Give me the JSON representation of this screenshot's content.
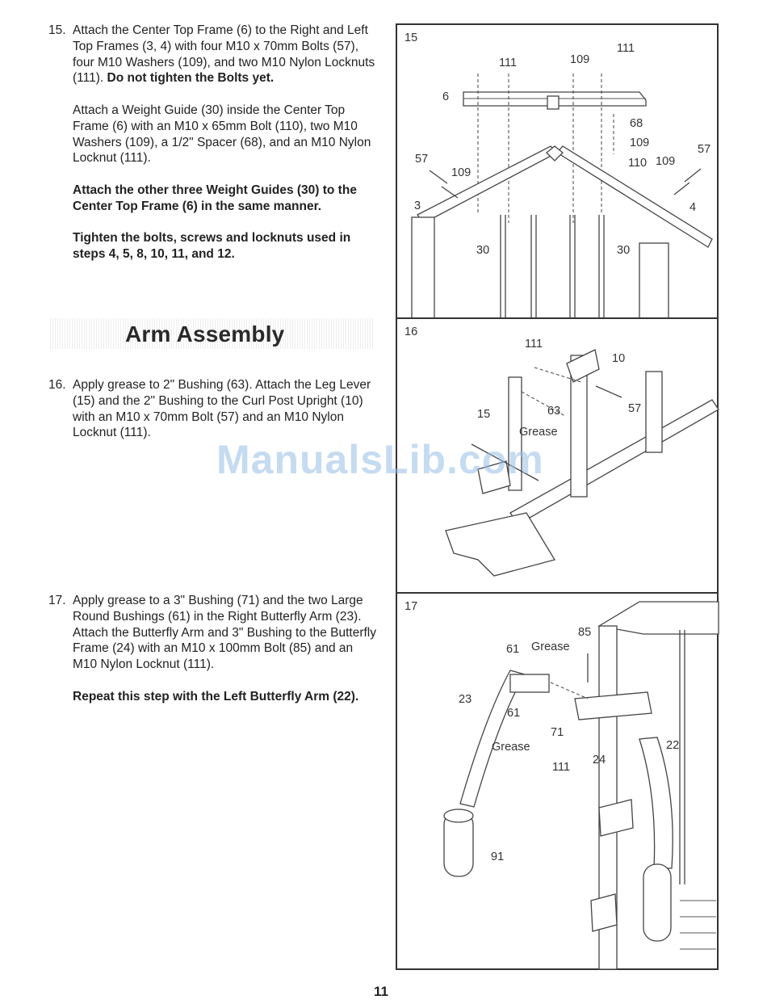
{
  "steps": {
    "s15": {
      "number": "15.",
      "p1_regular": "Attach the Center Top Frame (6) to the Right and Left Top Frames (3, 4) with four M10 x 70mm Bolts (57), four M10 Washers (109), and two M10 Nylon Locknuts (111).",
      "p1_bold": "Do not tighten the Bolts yet.",
      "p2": "Attach a Weight Guide (30) inside the Center Top Frame (6) with an M10 x 65mm Bolt (110), two M10 Washers (109), a 1/2\" Spacer (68), and an M10 Nylon Locknut (111).",
      "p3_bold": "Attach the other three Weight Guides (30) to the Center Top Frame (6) in the same manner.",
      "p4_bold": "Tighten the bolts, screws and locknuts used in steps 4, 5, 8, 10, 11, and 12."
    },
    "section_title": "Arm Assembly",
    "s16": {
      "number": "16.",
      "p1": "Apply grease to 2\" Bushing (63). Attach the Leg Lever (15) and the 2\" Bushing to the Curl Post Upright (10) with an M10 x 70mm Bolt (57) and an M10 Nylon Locknut (111)."
    },
    "s17": {
      "number": "17.",
      "p1": "Apply grease to a 3\" Bushing (71) and the two Large Round Bushings (61) in the Right Butterfly Arm (23). Attach the Butterfly Arm and 3\" Bushing to the Butterfly Frame (24) with an M10 x 100mm Bolt (85) and an M10 Nylon Locknut (111).",
      "p2_bold": "Repeat this step with the Left Butterfly Arm (22)."
    }
  },
  "figures": {
    "fig15": {
      "step": "15",
      "labels": [
        "111",
        "111",
        "109",
        "6",
        "68",
        "109",
        "57",
        "110",
        "109",
        "57",
        "109",
        "3",
        "4",
        "30",
        "30"
      ]
    },
    "fig16": {
      "step": "16",
      "labels": [
        "111",
        "10",
        "63",
        "15",
        "57",
        "Grease"
      ]
    },
    "fig17": {
      "step": "17",
      "labels": [
        "85",
        "61",
        "Grease",
        "23",
        "61",
        "71",
        "Grease",
        "24",
        "111",
        "22",
        "91"
      ]
    }
  },
  "watermark": "ManualsLib.com",
  "page_number": "11"
}
